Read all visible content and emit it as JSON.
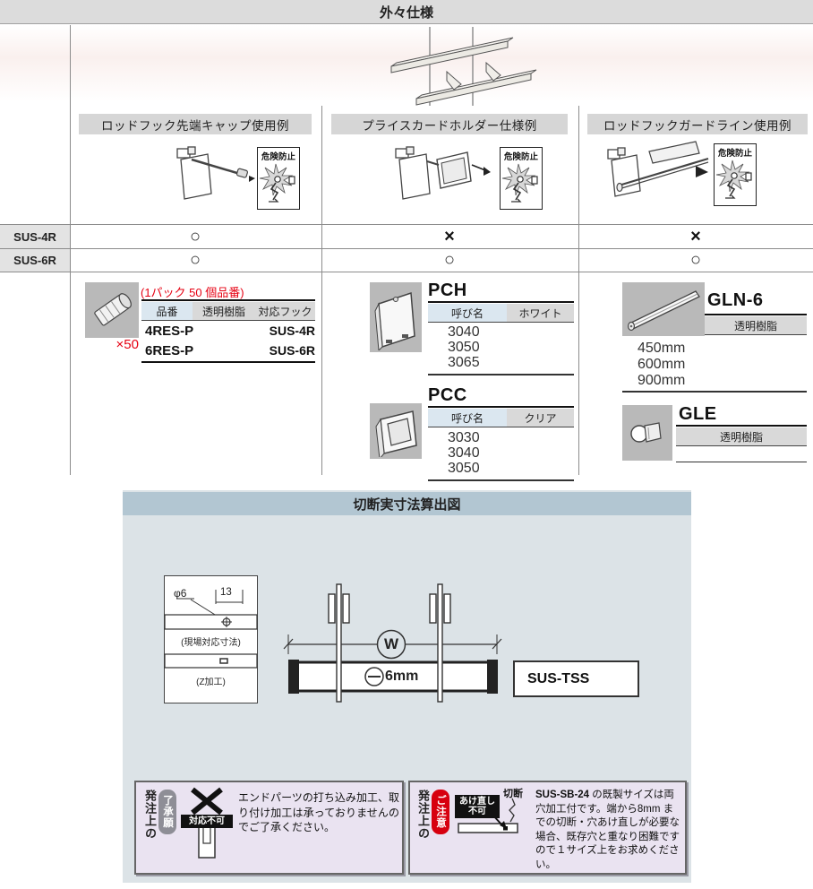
{
  "page": {
    "top_band_title": "外々仕様"
  },
  "columns": [
    {
      "header": "ロッドフック先端キャップ使用例",
      "warning_label": "危険防止"
    },
    {
      "header": "プライスカードホルダー仕様例",
      "warning_label": "危険防止"
    },
    {
      "header": "ロッドフックガードライン使用例",
      "warning_label": "危険防止"
    }
  ],
  "compat_table": {
    "rows": [
      {
        "model": "SUS-4R",
        "values": [
          "○",
          "×",
          "×"
        ]
      },
      {
        "model": "SUS-6R",
        "values": [
          "○",
          "○",
          "○"
        ]
      }
    ]
  },
  "products": {
    "res": {
      "pack_note": "(1パック 50 個品番)",
      "multiplier": "×50",
      "headers": [
        "品番",
        "透明樹脂",
        "対応フック"
      ],
      "rows": [
        {
          "code": "4RES-P",
          "hook": "SUS-4R"
        },
        {
          "code": "6RES-P",
          "hook": "SUS-6R"
        }
      ]
    },
    "pch": {
      "title": "PCH",
      "col1": "呼び名",
      "col2": "ホワイト",
      "sizes": [
        "3040",
        "3050",
        "3065"
      ]
    },
    "pcc": {
      "title": "PCC",
      "col1": "呼び名",
      "col2": "クリア",
      "sizes": [
        "3030",
        "3040",
        "3050"
      ]
    },
    "gln": {
      "title": "GLN-6",
      "material": "透明樹脂",
      "sizes": [
        "450mm",
        "600mm",
        "900mm"
      ]
    },
    "gle": {
      "title": "GLE",
      "material": "透明樹脂"
    }
  },
  "cut_section": {
    "title": "切断実寸法算出図",
    "detail": {
      "phi": "φ6",
      "dim13": "13",
      "note1": "(現場対応寸法)",
      "note2": "(Z加工)"
    },
    "diagram": {
      "w_label": "W",
      "minus_label": "6mm",
      "product": "SUS-TSS"
    },
    "notes": [
      {
        "side_label": "発注上の",
        "badge": "了承願",
        "icon_badge": "対応不可",
        "text": "エンドパーツの打ち込み加工、取り付け加工は承っておりませんのでご了承ください。"
      },
      {
        "side_label": "発注上の",
        "badge": "ご注意",
        "icon_label": "切断",
        "icon_badge_line1": "あけ直し",
        "icon_badge_line2": "不可",
        "text_bold": "SUS-SB-24",
        "text": " の既製サイズは両穴加工付です。端から8mm までの切断・穴あけ直しが必要な場合、既存穴と重なり困難ですので１サイズ上をお求めください。"
      }
    ]
  },
  "colors": {
    "accent_red": "#e60012",
    "section_bg": "#dce3e7",
    "section_band": "#b2c6d2",
    "note_bg": "#eae3f1",
    "badge_red": "#d7000f",
    "badge_gray": "#8e8e96"
  }
}
